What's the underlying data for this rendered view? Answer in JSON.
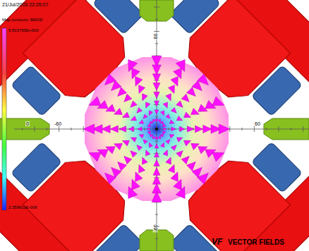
{
  "diagram": {
    "labels": [
      "21/Jul/2003 22:26:07",
      "Map contours: BMOD",
      "5.815795E+000",
      "2.359611E-006",
      "60",
      "-60",
      "0",
      "60",
      "-60",
      "VF",
      "VECTOR FIELDS"
    ]
  }
}
